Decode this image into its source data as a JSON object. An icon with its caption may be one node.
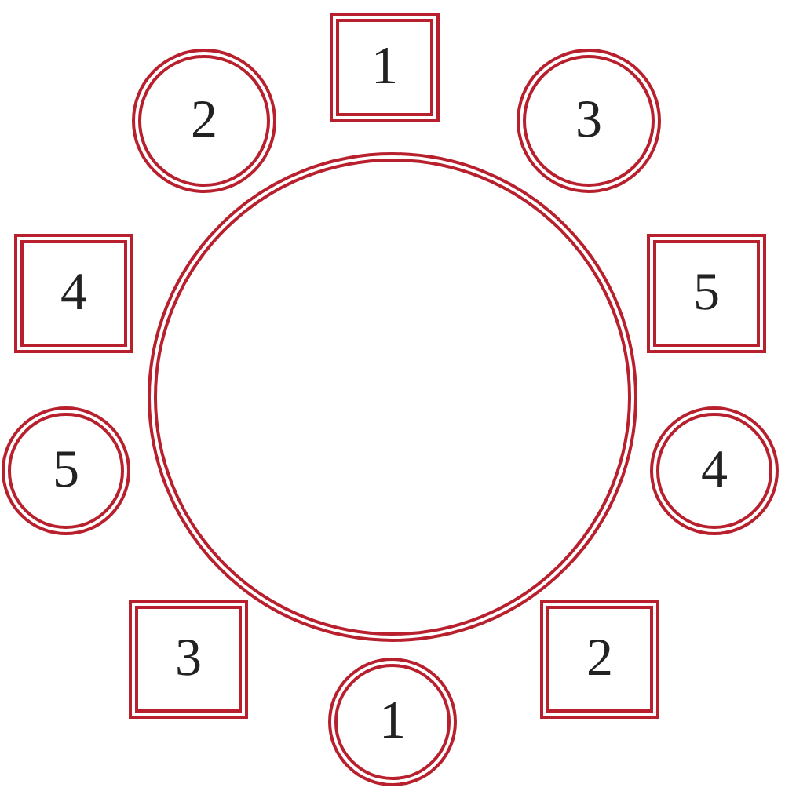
{
  "diagram": {
    "nodes": [
      {
        "text": [],
        "shape": "circle"
      },
      {
        "text": [
          "1"
        ]
      },
      {
        "text": [
          "2"
        ]
      },
      {
        "text": [
          "3"
        ]
      },
      {
        "text": [
          "4"
        ]
      },
      {
        "text": [
          "5"
        ]
      },
      {
        "text": [
          "5"
        ]
      },
      {
        "text": [
          "4"
        ]
      },
      {
        "text": [
          "3"
        ]
      },
      {
        "text": [
          "2"
        ]
      },
      {
        "text": [
          "1"
        ]
      }
    ]
  }
}
